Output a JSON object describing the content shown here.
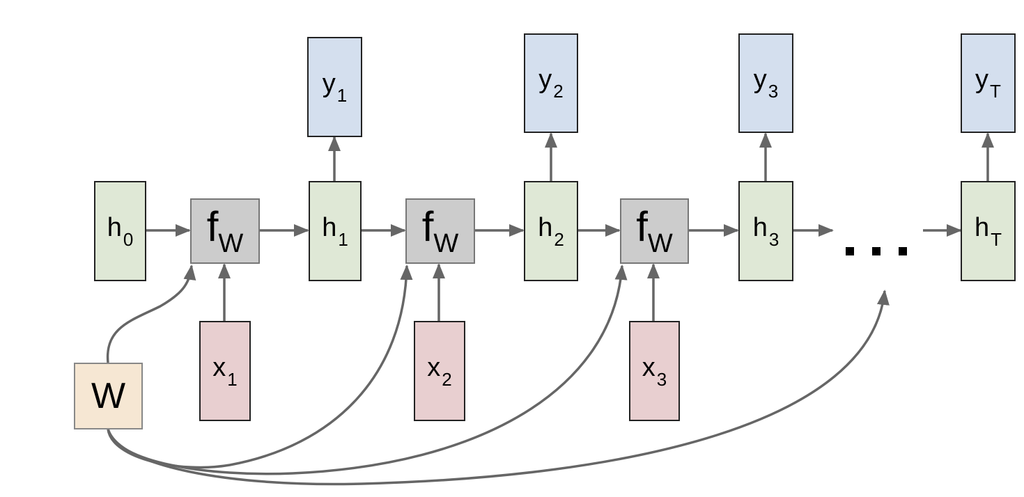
{
  "diagram": {
    "type": "Recurrent Neural Network computational graph (unrolled)",
    "colors": {
      "hidden": "#dfe8d6",
      "output": "#d4dfee",
      "input": "#e8cfd0",
      "function": "#cccccc",
      "weights": "#f6e7d3",
      "arrow": "#666666"
    },
    "nodes": {
      "h0": {
        "base": "h",
        "sub": "0"
      },
      "h1": {
        "base": "h",
        "sub": "1"
      },
      "h2": {
        "base": "h",
        "sub": "2"
      },
      "h3": {
        "base": "h",
        "sub": "3"
      },
      "hT": {
        "base": "h",
        "sub": "T"
      },
      "y1": {
        "base": "y",
        "sub": "1"
      },
      "y2": {
        "base": "y",
        "sub": "2"
      },
      "y3": {
        "base": "y",
        "sub": "3"
      },
      "yT": {
        "base": "y",
        "sub": "T"
      },
      "x1": {
        "base": "x",
        "sub": "1"
      },
      "x2": {
        "base": "x",
        "sub": "2"
      },
      "x3": {
        "base": "x",
        "sub": "3"
      },
      "f1": {
        "base": "f",
        "sub": "W"
      },
      "f2": {
        "base": "f",
        "sub": "W"
      },
      "f3": {
        "base": "f",
        "sub": "W"
      },
      "W": {
        "base": "W",
        "sub": ""
      }
    },
    "ellipsis": "...",
    "edges": [
      [
        "h0",
        "f1"
      ],
      [
        "f1",
        "h1"
      ],
      [
        "h1",
        "f2"
      ],
      [
        "f2",
        "h2"
      ],
      [
        "h2",
        "f3"
      ],
      [
        "f3",
        "h3"
      ],
      [
        "h3",
        "..."
      ],
      [
        "...",
        "hT"
      ],
      [
        "x1",
        "f1"
      ],
      [
        "x2",
        "f2"
      ],
      [
        "x3",
        "f3"
      ],
      [
        "h1",
        "y1"
      ],
      [
        "h2",
        "y2"
      ],
      [
        "h3",
        "y3"
      ],
      [
        "hT",
        "yT"
      ],
      [
        "W",
        "f1"
      ],
      [
        "W",
        "f2"
      ],
      [
        "W",
        "f3"
      ],
      [
        "W",
        "..."
      ]
    ]
  }
}
